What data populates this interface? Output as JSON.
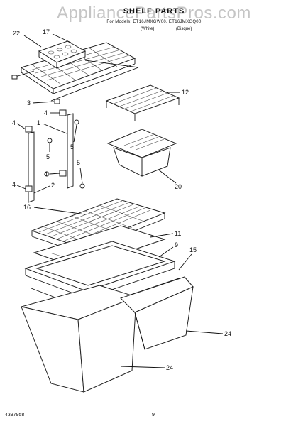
{
  "header": {
    "watermark": "AppliancePartsPros.com",
    "title": "SHELF PARTS",
    "subtitle": "For Models: ET16JMXGW00, ET16JMXGQ00",
    "tag_left": "(White)",
    "tag_right": "(Bisque)"
  },
  "callouts": {
    "shelf_frame": "22",
    "shelf_rack": "17",
    "cap": "3",
    "support_clip": "4",
    "rail": "1",
    "screw": "5",
    "rail_lower": "2",
    "wire_shelf": "12",
    "pan": "20",
    "shelf_grille": "16",
    "glass": "11",
    "cover_frame": "9",
    "crisper_cover": "15",
    "crisper_pan": "24"
  },
  "footer": {
    "doc_number": "4397958",
    "page_number": "9"
  },
  "colors": {
    "line": "#111111",
    "background": "#ffffff"
  }
}
